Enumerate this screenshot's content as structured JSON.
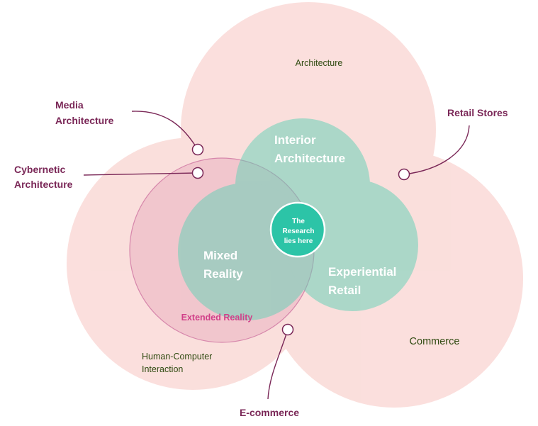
{
  "diagram": {
    "outer_sets": {
      "architecture": "Architecture",
      "hci_line1": "Human-Computer",
      "hci_line2": "Interaction",
      "commerce": "Commerce"
    },
    "extended_reality": "Extended Reality",
    "inner_sets": {
      "interior_line1": "Interior",
      "interior_line2": "Architecture",
      "mixed_line1": "Mixed",
      "mixed_line2": "Reality",
      "retail_line1": "Experiential",
      "retail_line2": "Retail"
    },
    "center": {
      "line1": "The",
      "line2": "Research",
      "line3": "lies here"
    },
    "callouts": {
      "media_line1": "Media",
      "media_line2": "Architecture",
      "cyber_line1": "Cybernetic",
      "cyber_line2": "Architecture",
      "retail_stores": "Retail Stores",
      "ecommerce": "E-commerce"
    },
    "colors": {
      "outer_fill": "#f7c5c1",
      "outer_stroke": "#f0b4b0",
      "xr_fill": "#e7a8bb",
      "xr_stroke": "#c9679a",
      "inner_fill": "#5fd1b6",
      "center_fill": "#2cc4a7",
      "callout_text": "#7a2757",
      "xr_text": "#d14089",
      "outer_text": "#2f4a10"
    }
  }
}
